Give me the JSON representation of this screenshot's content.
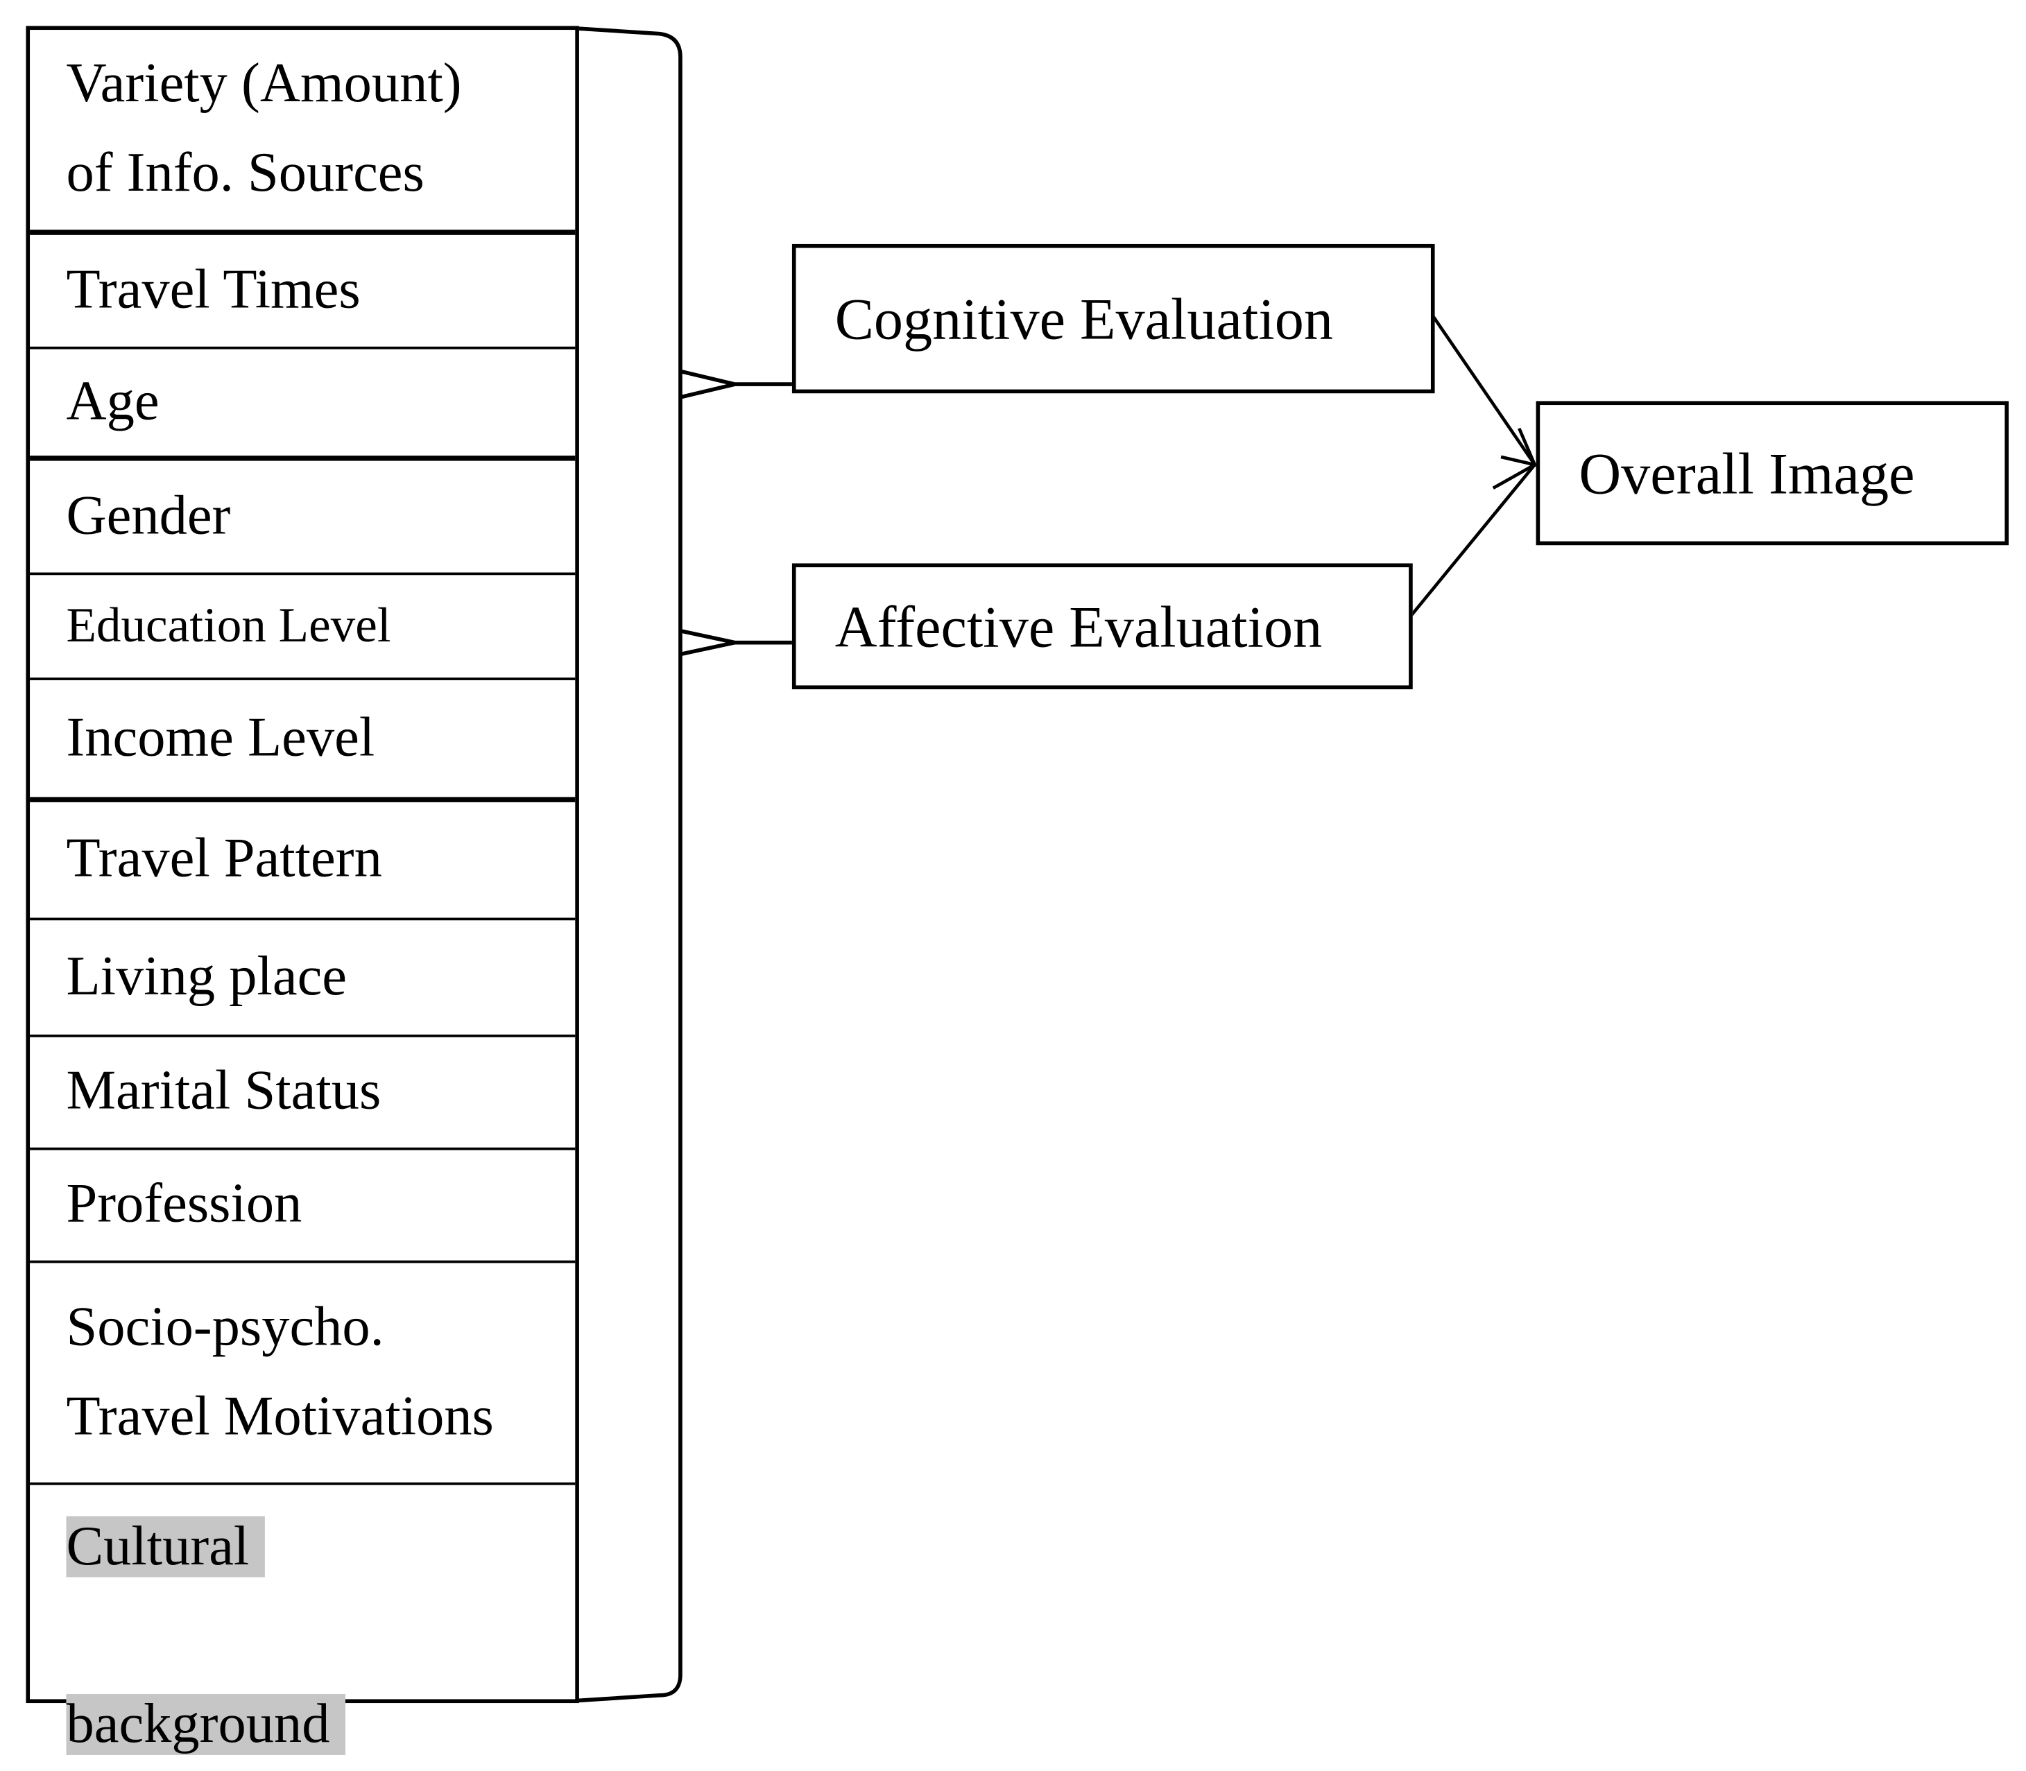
{
  "factors": [
    "Variety (Amount)\nof Info. Sources",
    "Travel Times",
    "Age",
    "Gender",
    "Education Level",
    "Income Level",
    "Travel Pattern",
    "Living place",
    "Marital Status",
    "Profession",
    "Socio-psycho.\nTravel Motivations"
  ],
  "cultural_background": [
    "Cultural",
    "background"
  ],
  "evaluations": {
    "cognitive": "Cognitive Evaluation",
    "affective": "Affective Evaluation"
  },
  "outcome": "Overall Image",
  "colors": {
    "line": "#000000",
    "highlight": "#c6c6c6"
  }
}
